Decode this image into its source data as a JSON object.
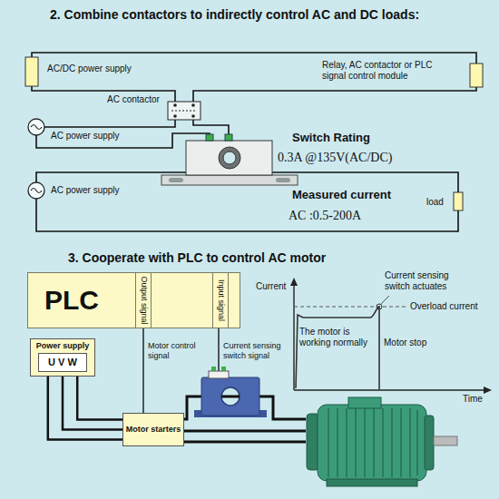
{
  "diagram": {
    "nodes": [
      {
        "text": [
          "PLC"
        ]
      },
      {
        "text": [
          "Output signal"
        ],
        "in": 0
      },
      {
        "text": [
          "Input signal"
        ],
        "in": 0
      },
      {
        "text": [
          "Power supply"
        ]
      },
      {
        "text": [
          "U V W"
        ],
        "in": 3
      },
      {
        "text": [
          "Motor starters"
        ]
      }
    ],
    "edges": [
      {
        "from": 1,
        "to": 5,
        "label": "Motor control signal",
        "arrow": "none"
      },
      {
        "from": 4,
        "to": 5,
        "arrow": "none"
      },
      {
        "from": 4,
        "to": 5,
        "arrow": "none"
      },
      {
        "from": 4,
        "to": 5,
        "arrow": "none"
      }
    ],
    "labels": [
      "2. Combine contactors to indirectly control AC and DC loads:",
      "AC/DC power supply",
      "Relay, AC contactor or PLC signal control module",
      "AC contactor",
      "AC power supply",
      "Switch Rating",
      "0.3A @135V(AC/DC)",
      "AC power supply",
      "Measured current",
      "load",
      "AC :0.5-200A",
      "3. Cooperate with PLC to control AC motor",
      "Current",
      "Current sensing switch actuates",
      "Overload current",
      "The motor is working normally",
      "Motor stop",
      "Time",
      "Current sensing switch signal"
    ]
  }
}
